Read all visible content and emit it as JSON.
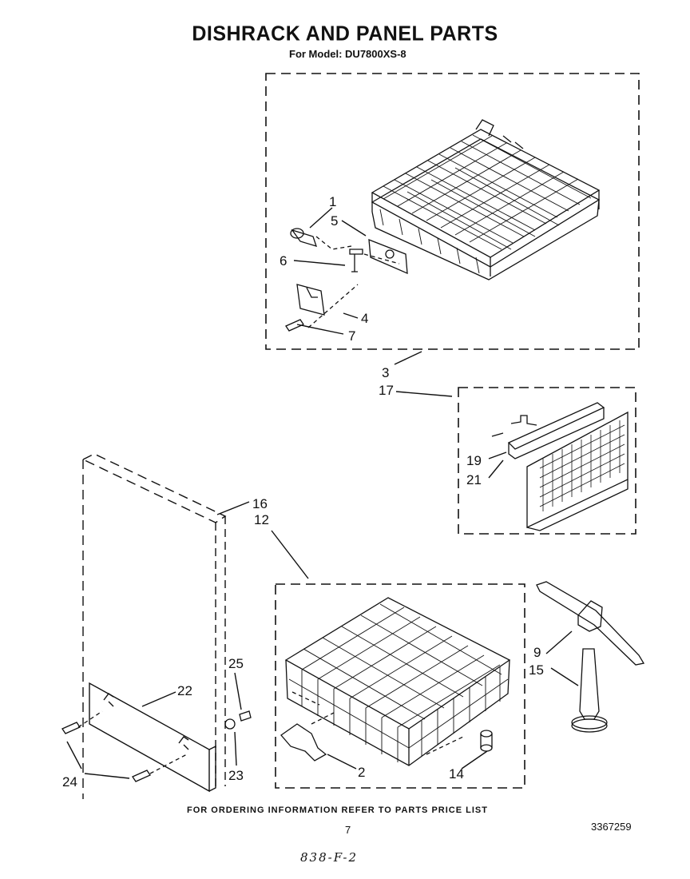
{
  "header": {
    "title": "DISHRACK AND PANEL PARTS",
    "subtitle": "For Model: DU7800XS-8"
  },
  "callouts": {
    "c1": "1",
    "c2": "2",
    "c3": "3",
    "c4": "4",
    "c5": "5",
    "c6": "6",
    "c7": "7",
    "c9": "9",
    "c12": "12",
    "c14": "14",
    "c15": "15",
    "c16": "16",
    "c17": "17",
    "c19": "19",
    "c21": "21",
    "c22": "22",
    "c23": "23",
    "c24": "24",
    "c25": "25"
  },
  "footer": {
    "ordering_note": "FOR ORDERING INFORMATION REFER TO PARTS PRICE LIST",
    "page_number": "7",
    "document_number": "3367259",
    "handwritten_code": "838-F-2"
  }
}
